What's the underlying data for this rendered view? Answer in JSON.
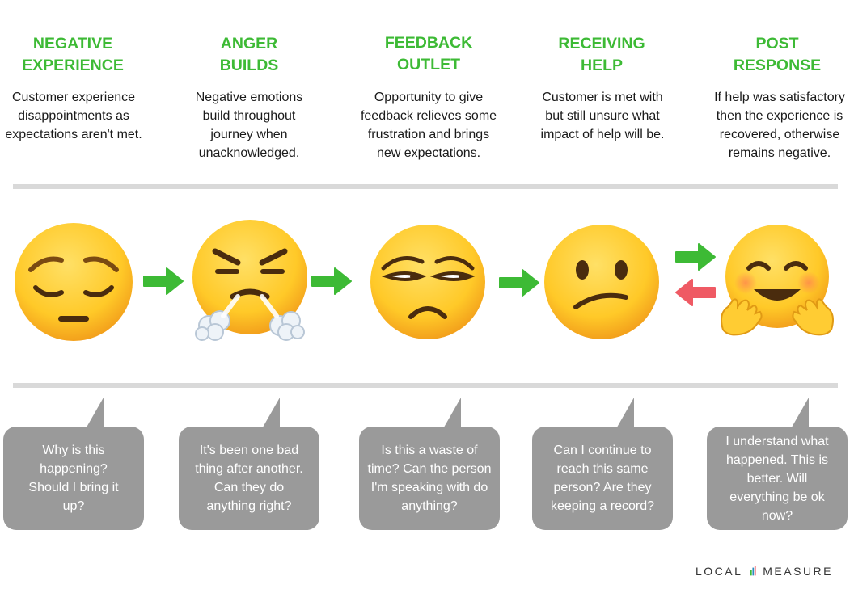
{
  "stages": [
    {
      "title": "NEGATIVE\nEXPERIENCE",
      "description": "Customer experience disappointments as expectations aren't met.",
      "quote": "Why is this happening? Should I bring it up?",
      "face": "pensive-face"
    },
    {
      "title": "ANGER\nBUILDS",
      "description": "Negative emotions build throughout journey when unacknowledged.",
      "quote": "It's been one bad thing after another. Can they do anything right?",
      "face": "steaming-angry-face"
    },
    {
      "title": "FEEDBACK\nOUTLET",
      "description": "Opportunity to give feedback relieves some frustration and brings new expectations.",
      "quote": "Is this a waste of time? Can the person I'm speaking with do anything?",
      "face": "unamused-face"
    },
    {
      "title": "RECEIVING\nHELP",
      "description": "Customer is met with but still unsure what impact of help will be.",
      "quote": "Can I continue to reach this same person? Are they keeping a record?",
      "face": "confused-face"
    },
    {
      "title": "POST\nRESPONSE",
      "description": "If help was satisfactory then the experience is recovered, otherwise remains negative.",
      "quote": "I understand what happened. This is better. Will everything be ok now?",
      "face": "hugging-face"
    }
  ],
  "brand": {
    "left_word": "LOCAL",
    "right_word": "MEASURE"
  },
  "colors": {
    "title_green": "#3dba35",
    "arrow_green": "#3dba35",
    "arrow_red": "#ef5a64",
    "divider": "#d9d9d9",
    "bubble": "#9a9a9a",
    "emoji_yellow": "#ffcc33",
    "emoji_outline": "#f0a21a"
  }
}
